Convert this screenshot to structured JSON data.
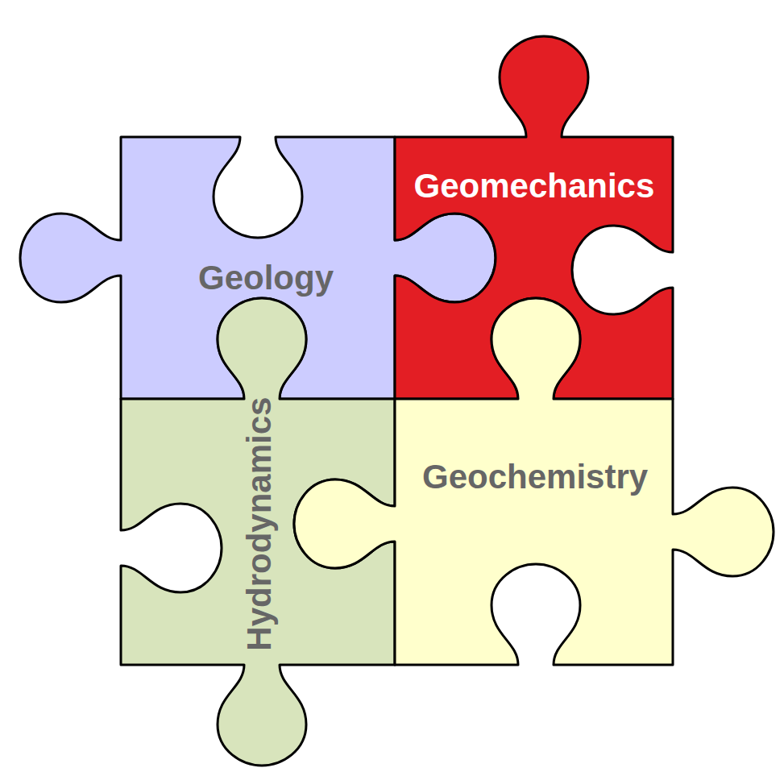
{
  "diagram": {
    "nodes": [
      {
        "text": [
          "Geology"
        ]
      },
      {
        "text": [
          "Geomechanics"
        ]
      },
      {
        "text": [
          "Hydrodynamics"
        ]
      },
      {
        "text": [
          "Geochemistry"
        ]
      }
    ]
  }
}
